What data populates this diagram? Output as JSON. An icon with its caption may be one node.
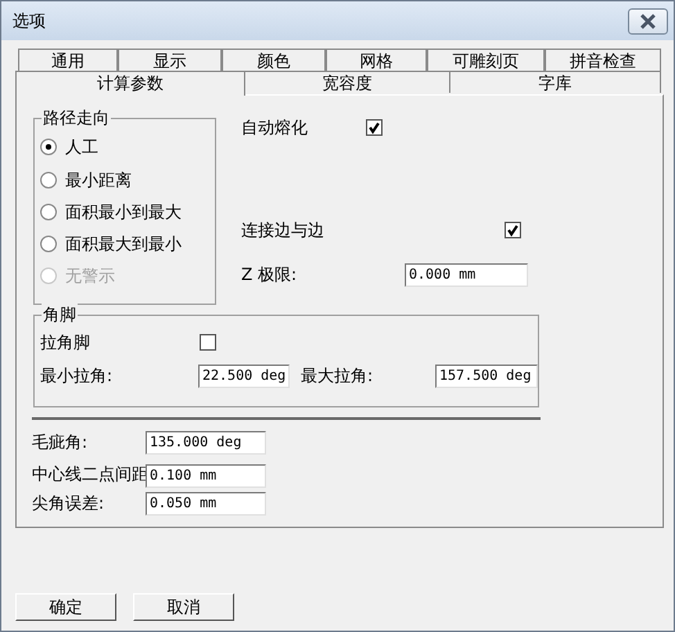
{
  "diagram": {
    "title": "选项",
    "nodes": [
      {
        "text": [
          "路径走向"
        ]
      },
      {
        "text": [
          "角脚"
        ]
      }
    ],
    "labels": [
      "通用",
      "显示",
      "颜色",
      "网格",
      "可雕刻页",
      "拼音检查",
      "计算参数",
      "宽容度",
      "字库",
      "人工",
      "最小距离",
      "面积最小到最大",
      "面积最大到最小",
      "无警示",
      "自动熔化",
      "连接边与边",
      "Z 极限:",
      "0.000 mm",
      "拉角脚",
      "最小拉角:",
      "22.500 deg",
      "最大拉角:",
      "157.500 deg",
      "毛疵角:",
      "135.000 deg",
      "中心线二点间距",
      "0.100 mm",
      "尖角误差:",
      "0.050 mm",
      "确定",
      "取消"
    ]
  }
}
